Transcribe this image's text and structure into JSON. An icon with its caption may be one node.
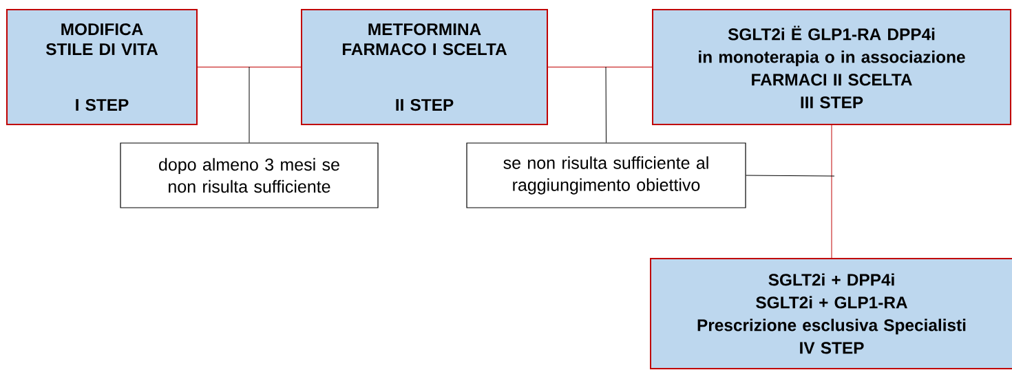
{
  "diagram": {
    "nodes": [
      {
        "text": [
          "MODIFICA STILE DI VITA",
          "I STEP"
        ]
      },
      {
        "text": [
          "METFORMINA FARMACO I SCELTA",
          "II STEP"
        ]
      },
      {
        "text": [
          "SGLT2i Ë GLP1-RA DPP4i",
          "in monoterapia o in associazione",
          "FARMACI II SCELTA",
          "III STEP"
        ]
      },
      {
        "text": [
          "dopo almeno 3 mesi se non risulta sufficiente"
        ]
      },
      {
        "text": [
          "se non risulta sufficiente al raggiungimento obiettivo"
        ]
      },
      {
        "text": [
          "SGLT2i + DPP4i",
          "SGLT2i + GLP1-RA",
          "Prescrizione esclusiva Specialisti",
          "IV STEP"
        ]
      }
    ],
    "edges": [
      {
        "from": 0,
        "to": 1,
        "arrow": "none",
        "color": "#c00000"
      },
      {
        "from": 1,
        "to": 2,
        "arrow": "none",
        "color": "#c00000"
      },
      {
        "from": 2,
        "to": 5,
        "arrow": "none",
        "color": "#c00000"
      },
      {
        "from": 3,
        "to": null,
        "arrow": "none",
        "color": "#000000"
      },
      {
        "from": 4,
        "to": null,
        "arrow": "none",
        "color": "#000000"
      },
      {
        "from": 4,
        "to": null,
        "arrow": "none",
        "color": "#000000"
      }
    ]
  }
}
